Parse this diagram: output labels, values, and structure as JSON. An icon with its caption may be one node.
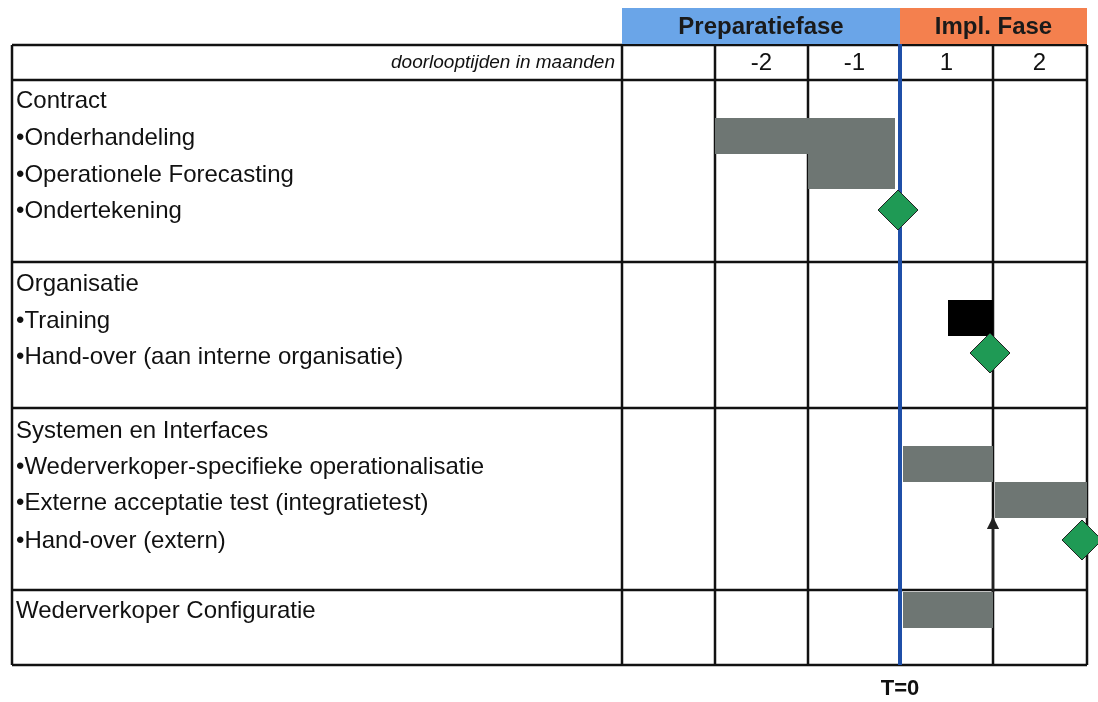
{
  "diagram": {
    "nodes": [
      {
        "text": [
          "Preparatiefase"
        ]
      },
      {
        "text": [
          "Impl. Fase"
        ]
      },
      {
        "text": [],
        "shape": "bar"
      },
      {
        "text": [],
        "shape": "bar"
      },
      {
        "text": [],
        "shape": "diamond"
      },
      {
        "text": [],
        "shape": "bar"
      },
      {
        "text": [],
        "shape": "diamond"
      },
      {
        "text": [],
        "shape": "bar"
      },
      {
        "text": [],
        "shape": "bar"
      },
      {
        "text": [],
        "shape": "diamond"
      },
      {
        "text": [],
        "shape": "bar"
      }
    ],
    "edges": [
      {
        "from": 10,
        "to": 8,
        "arrow": "to"
      }
    ],
    "labels": [
      "doorlooptijden in maanden",
      "-2",
      "-1",
      "1",
      "2",
      "Contract",
      "•Onderhandeling",
      "•Operationele Forecasting",
      "•Ondertekening",
      "Organisatie",
      "•Training",
      "•Hand-over (aan interne organisatie)",
      "Systemen en Interfaces",
      "•Wederverkoper-specifieke operationalisatie",
      "•Externe acceptatie test (integratietest)",
      "•Hand-over (extern)",
      "Wederverkoper Configuratie",
      "T=0"
    ]
  }
}
